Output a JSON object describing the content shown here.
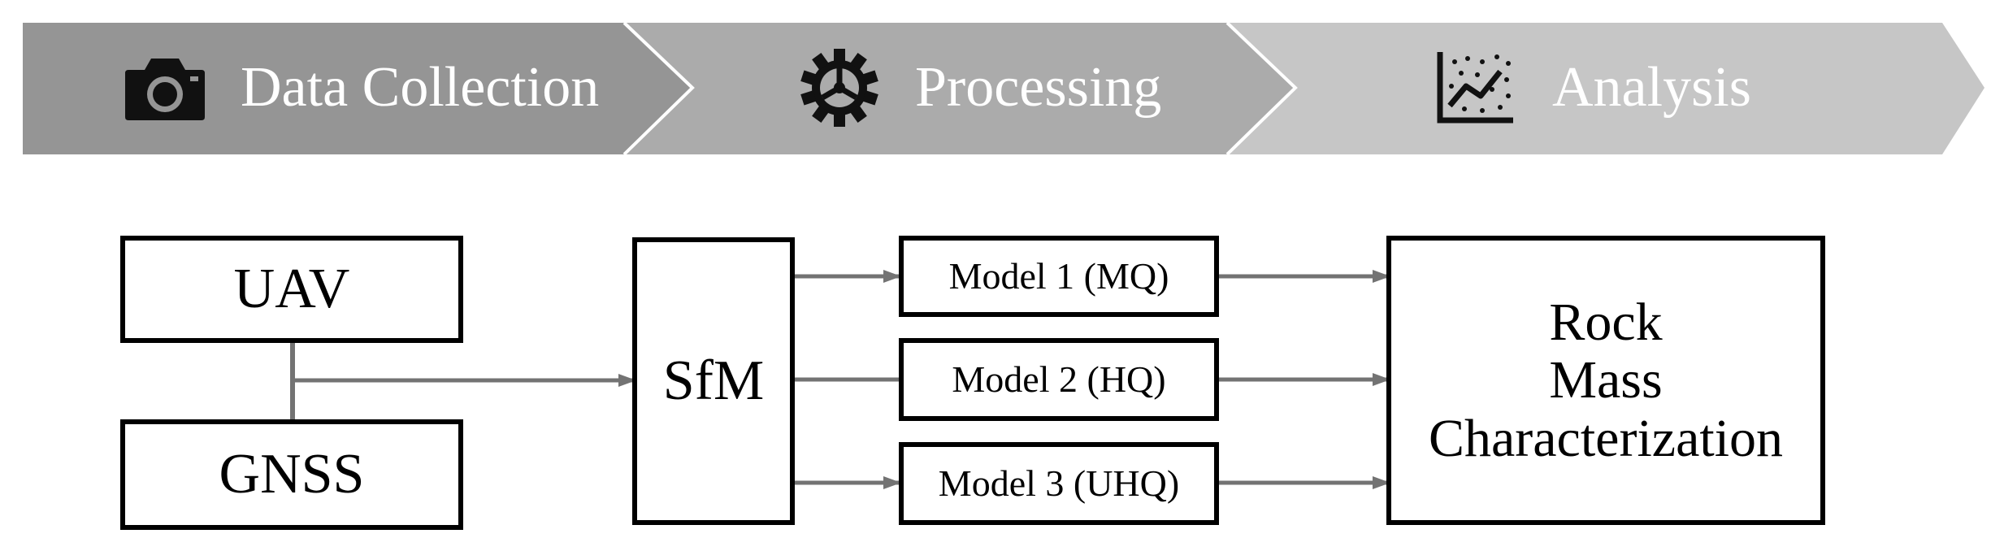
{
  "pipeline": {
    "stages": [
      {
        "label": "Data Collection",
        "icon": "camera-icon",
        "color": "#959595"
      },
      {
        "label": "Processing",
        "icon": "gear-icon",
        "color": "#ababab"
      },
      {
        "label": "Analysis",
        "icon": "chart-icon",
        "color": "#c6c6c6"
      }
    ]
  },
  "diagram": {
    "uav": "UAV",
    "gnss": "GNSS",
    "sfm": "SfM",
    "model1": "Model 1 (MQ)",
    "model2": "Model 2 (HQ)",
    "model3": "Model 3 (UHQ)",
    "result": "Rock\nMass\nCharacterization"
  },
  "colors": {
    "connector": "#737373",
    "border": "#000000"
  }
}
